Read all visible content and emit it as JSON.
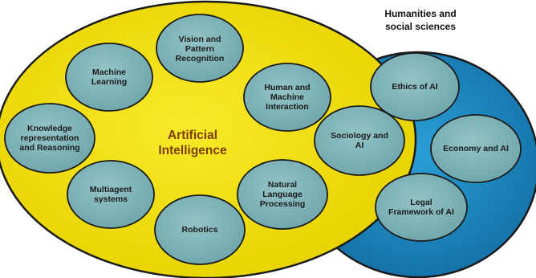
{
  "sets": {
    "ai": {
      "label_line1": "Artificial",
      "label_line2": "Intelligence",
      "fill": "#f4e20a"
    },
    "humanities": {
      "label_line1": "Humanities and",
      "label_line2": "social sciences",
      "fill": "#1b8fc8"
    }
  },
  "topics": {
    "vision": [
      "Vision and",
      "Pattern",
      "Recognition"
    ],
    "ml": [
      "Machine",
      "Learning"
    ],
    "hmi": [
      "Human and",
      "Machine",
      "Interaction"
    ],
    "kr": [
      "Knowledge",
      "representation",
      "and Reasoning"
    ],
    "mas": [
      "Multiagent",
      "systems"
    ],
    "robotics": [
      "Robotics"
    ],
    "nlp": [
      "Natural",
      "Language",
      "Processing"
    ],
    "sociology": [
      "Sociology and",
      "AI"
    ],
    "ethics": [
      "Ethics of AI"
    ],
    "economy": [
      "Economy and AI"
    ],
    "legal": [
      "Legal",
      "Framework of AI"
    ]
  },
  "colors": {
    "topic_fill": "#82b4b9",
    "outline": "#1a1a1a"
  }
}
